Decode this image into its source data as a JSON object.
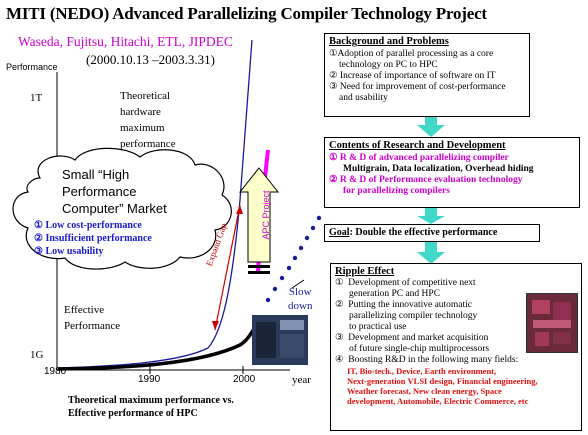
{
  "title": "MITI (NEDO) Advanced Parallelizing Compiler Technology Project",
  "partners": "Waseda, Fujitsu, Hitachi, ETL, JIPDEC",
  "period": "(2000.10.13 –2003.3.31)",
  "chart": {
    "y_axis_title": "Performance",
    "y_tick_top": "1T",
    "y_tick_bottom": "1G",
    "x_ticks": [
      "1980",
      "1990",
      "2000"
    ],
    "x_unit": "year",
    "theoretical_label": [
      "Theoretical",
      "hardware",
      "maximum",
      "performance"
    ],
    "effective_label": [
      "Effective",
      "Performance"
    ],
    "apc_label": "APC Project",
    "slow_down_label": [
      "Slow",
      "down"
    ],
    "expand_gap_label": "Expand Gap",
    "caption": [
      "Theoretical maximum performance vs.",
      "Effective performance of HPC"
    ]
  },
  "cloud": {
    "title_lines": [
      "Small “High",
      "Performance",
      "Computer” Market"
    ],
    "items": [
      {
        "num": "①",
        "text": "Low cost-performance"
      },
      {
        "num": "②",
        "text": "Insufficient performance"
      },
      {
        "num": "③",
        "text": "Low usability"
      }
    ]
  },
  "background": {
    "heading": "Background and Problems",
    "items": [
      {
        "num": "①",
        "lines": [
          "Adoption of parallel processing as a core",
          "technology on PC to HPC"
        ]
      },
      {
        "num": "②",
        "lines": [
          "Increase of importance of software on IT"
        ]
      },
      {
        "num": "③",
        "lines": [
          "Need for improvement of cost-performance",
          "and usability"
        ]
      }
    ]
  },
  "contents": {
    "heading": "Contents of Research and Development",
    "item1": "R & D of advanced parallelizing compiler",
    "item1_detail": "Multigrain, Data localization, Overhead hiding",
    "item2_lines": [
      "R & D of Performance evaluation technology",
      "for parallelizing compilers"
    ],
    "num1": "①",
    "num2": "②"
  },
  "goal": {
    "label": "Goal",
    "text": ":  Double the effective performance"
  },
  "ripple": {
    "heading": "Ripple Effect",
    "items": [
      {
        "num": "①",
        "lines": [
          "Development of competitive next",
          "generation PC and HPC"
        ]
      },
      {
        "num": "②",
        "lines": [
          "Putting the innovative automatic",
          "parallelizing compiler technology",
          "to practical use"
        ]
      },
      {
        "num": "③",
        "lines": [
          "Development and market acquisition",
          "of future single-chip multiprocessors"
        ]
      },
      {
        "num": "④",
        "lines": [
          "Boosting R&D in the following many fields:"
        ]
      }
    ],
    "fields_lines": [
      "IT, Bio-tech., Device, Earth environment,",
      "Next-generation VLSI design, Financial engineering,",
      "Weather forecast, New clean energy, Space",
      "development, Automobile, Electric Commerce, etc"
    ]
  },
  "colors": {
    "theoretical_curve": "#1a1aa0",
    "effective_curve": "#000000",
    "apc_line": "#ff00ff",
    "slowdown_dots": "#1a1aa0",
    "gap_arrow": "#cc0000",
    "arrow_cyan": "#40d8c8",
    "arrow_fill": "#ffffcc",
    "highlight": "#cc00cc",
    "cloud_text": "#1a1acc"
  }
}
